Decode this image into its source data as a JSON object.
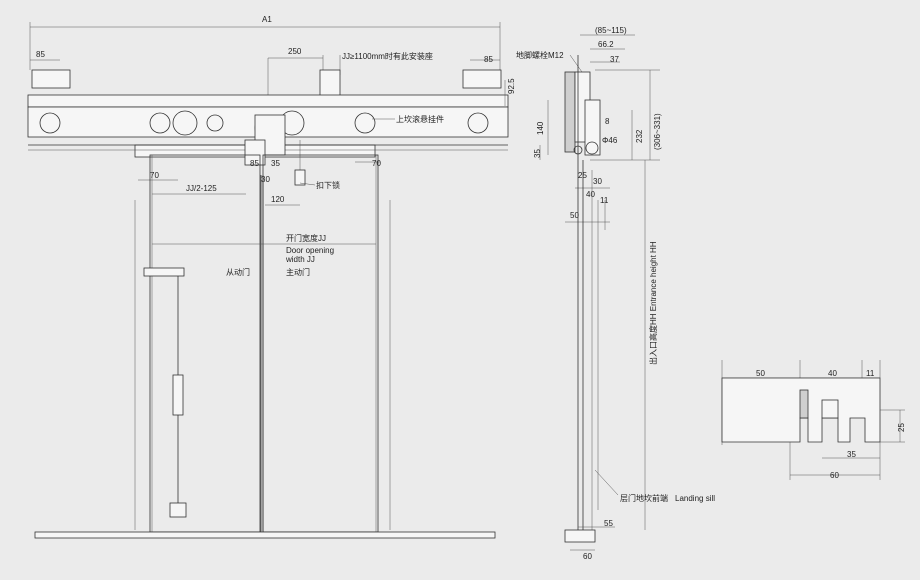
{
  "front_view": {
    "overall_width": "A1",
    "left_bracket_dim": "85",
    "right_bracket_dim": "85",
    "hanger_spacing": "250",
    "install_note": "JJ≥1100mm时有此安装座",
    "beam_height": "92.5",
    "upper_hanger_label": "上坎滚悬挂件",
    "dim_85": "85",
    "dim_35": "35",
    "dim_30": "30",
    "dim_70_left": "70",
    "dim_70_right": "70",
    "dim_half_jj": "JJ/2-125",
    "dim_120": "120",
    "door_release_label": "扣下锁",
    "opening_width_cn": "开门宽度JJ",
    "opening_width_en1": "Door opening",
    "opening_width_en2": "width JJ",
    "slave_door_label": "从动门",
    "master_door_label": "主动门"
  },
  "side_view": {
    "range_dim": "(85~115)",
    "dim_66_2": "66.2",
    "dim_37": "37",
    "anchor_bolt_label": "地脚螺栓M12",
    "dim_140": "140",
    "dim_35": "35",
    "dim_8": "8",
    "dim_46": "Φ46",
    "dim_232": "232",
    "dim_range_height": "(306~331)",
    "dim_25": "25",
    "dim_30": "30",
    "dim_40": "40",
    "dim_11": "11",
    "dim_50": "50",
    "entrance_height_label": "出入口高度HH Entrance height HH",
    "landing_sill_cn": "层门地坎前端",
    "landing_sill_en": "Landing sill",
    "dim_55": "55",
    "dim_60": "60"
  },
  "sill_section": {
    "dim_50": "50",
    "dim_40": "40",
    "dim_11": "11",
    "dim_25": "25",
    "dim_35": "35",
    "dim_60": "60"
  }
}
